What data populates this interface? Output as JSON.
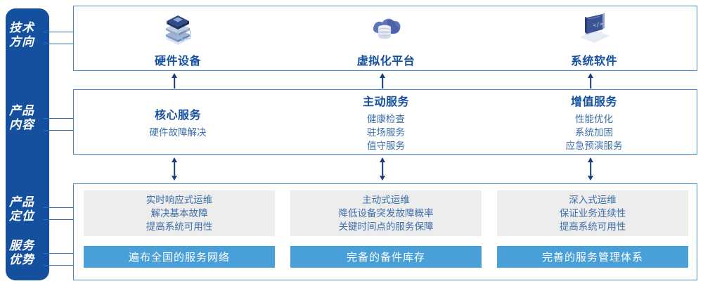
{
  "rail": {
    "color": "#14509E",
    "labels": [
      {
        "name": "tech-direction",
        "line1": "技术",
        "line2": "方向"
      },
      {
        "name": "product-content",
        "line1": "产品",
        "line2": "内容"
      },
      {
        "name": "product-positioning",
        "line1": "产品",
        "line2": "定位"
      },
      {
        "name": "service-advantage",
        "line1": "服务",
        "line2": "优势"
      }
    ]
  },
  "tech_direction": {
    "cards": [
      {
        "icon": "server-stack-icon",
        "title": "硬件设备"
      },
      {
        "icon": "cloud-database-icon",
        "title": "虚拟化平台"
      },
      {
        "icon": "laptop-code-icon",
        "title": "系统软件"
      }
    ]
  },
  "product_content": {
    "cards": [
      {
        "title": "核心服务",
        "items": [
          "硬件故障解决"
        ]
      },
      {
        "title": "主动服务",
        "items": [
          "健康检查",
          "驻场服务",
          "值守服务"
        ]
      },
      {
        "title": "增值服务",
        "items": [
          "性能优化",
          "系统加固",
          "应急预演服务"
        ]
      }
    ]
  },
  "product_positioning": {
    "boxes": [
      {
        "lines": [
          "实时响应式运维",
          "解决基本故障",
          "提高系统可用性"
        ]
      },
      {
        "lines": [
          "主动式运维",
          "降低设备突发故障概率",
          "关键时间点的服务保障"
        ]
      },
      {
        "lines": [
          "深入式运维",
          "保证业务连续性",
          "提高系统可用性"
        ]
      }
    ]
  },
  "service_advantage": {
    "bars": [
      {
        "label": "遍布全国的服务网络"
      },
      {
        "label": "完备的备件库存"
      },
      {
        "label": "完善的服务管理体系"
      }
    ]
  },
  "colors": {
    "rail_blue": "#14509E",
    "panel_border": "#4A87C8",
    "title_blue": "#14509E",
    "body_blue": "#3E6FA8",
    "gray_box": "#EDEDED",
    "accent_bar": "#49A0D9",
    "arrow": "#1B3D80"
  }
}
